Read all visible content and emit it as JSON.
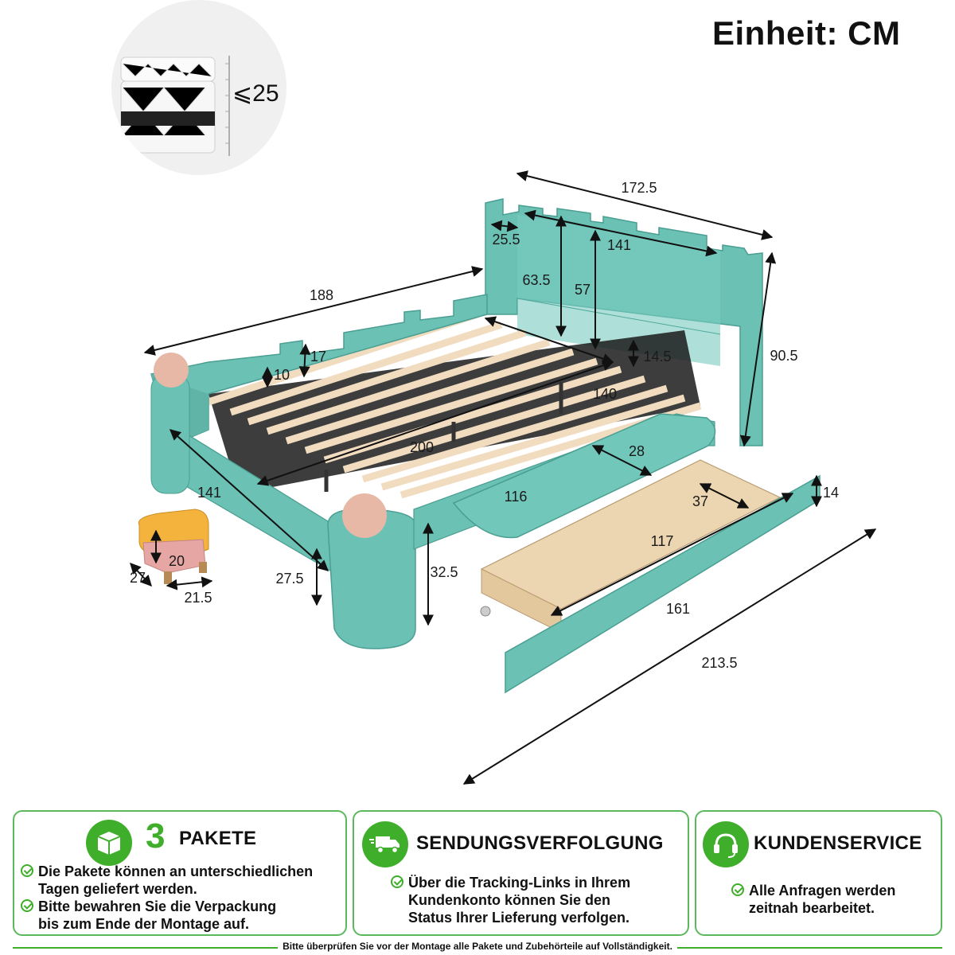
{
  "header": {
    "unit_label": "Einheit: CM"
  },
  "mattress": {
    "max_height_label": "⩽25"
  },
  "dimensions": {
    "headboard_width": "172.5",
    "headboard_inner_width": "141",
    "side_length": "188",
    "corner_notch": "25.5",
    "headboard_height_inner": "63.5",
    "headboard_panel_height": "57",
    "total_height": "90.5",
    "slat_to_rail": "14.5",
    "rail_top": "17",
    "rail_step": "10",
    "inner_width": "140",
    "inner_length": "200",
    "footboard_width": "141",
    "shelf_depth": "28",
    "shelf_length": "116",
    "post_height": "27.5",
    "clearance": "32.5",
    "stool_height": "20",
    "stool_depth": "27",
    "stool_width": "21.5",
    "drawer_inner_depth": "37",
    "drawer_height": "14",
    "drawer_inner_length": "117",
    "drawer_length": "161",
    "total_length": "213.5"
  },
  "colors": {
    "upholstery": "#6cc1b5",
    "upholstery_dark": "#4fa89c",
    "slats": "#f1dcc0",
    "wood": "#ecd5b1",
    "ball": "#e7b8a6",
    "stool_top": "#f3b33d",
    "stool_base": "#e6a7a4",
    "accent_green": "#3fae2a"
  },
  "panels": [
    {
      "icon": "package-icon",
      "number": "3",
      "title": "PAKETE",
      "lines": [
        "Die Pakete können an unterschiedlichen",
        "Tagen geliefert werden.",
        "Bitte bewahren Sie die Verpackung",
        "bis zum Ende der Montage auf."
      ]
    },
    {
      "icon": "delivery-truck-icon",
      "title": "SENDUNGSVERFOLGUNG",
      "lines": [
        "Über die Tracking-Links in Ihrem",
        "Kundenkonto können Sie den",
        "Status Ihrer Lieferung verfolgen."
      ]
    },
    {
      "icon": "headset-icon",
      "title": "KUNDENSERVICE",
      "lines": [
        "Alle Anfragen werden",
        "zeitnah bearbeitet."
      ]
    }
  ],
  "footer": {
    "text": "Bitte überprüfen Sie vor der Montage alle Pakete und Zubehörteile auf Vollständigkeit."
  }
}
